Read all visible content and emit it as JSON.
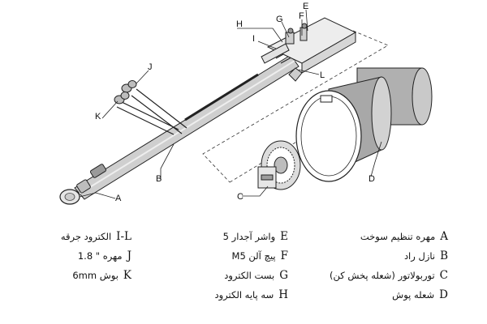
{
  "callouts": {
    "A": "A",
    "B": "B",
    "C": "C",
    "D": "D",
    "E": "E",
    "F": "F",
    "G": "G",
    "H": "H",
    "I": "I",
    "J": "J",
    "K": "K",
    "L": "L"
  },
  "legend": {
    "right": [
      {
        "letter": "A",
        "desc": "مهره تنظیم سوخت"
      },
      {
        "letter": "B",
        "desc": "نازل راد"
      },
      {
        "letter": "C",
        "desc": "توربولاتور (شعله پخش کن)"
      },
      {
        "letter": "D",
        "desc": "شعله پوش"
      }
    ],
    "middle": [
      {
        "letter": "E",
        "desc": "واشر آجدار 5"
      },
      {
        "letter": "F",
        "desc": "پیچ آلن M5"
      },
      {
        "letter": "G",
        "desc": "بست الکترود"
      },
      {
        "letter": "H",
        "desc": "سه پایه الکترود"
      }
    ],
    "left": [
      {
        "letter": "I-L",
        "desc": "الکترود جرقه"
      },
      {
        "letter": "J",
        "desc": "مهره \" 1.8"
      },
      {
        "letter": "K",
        "desc": "بوش 6mm"
      }
    ]
  }
}
